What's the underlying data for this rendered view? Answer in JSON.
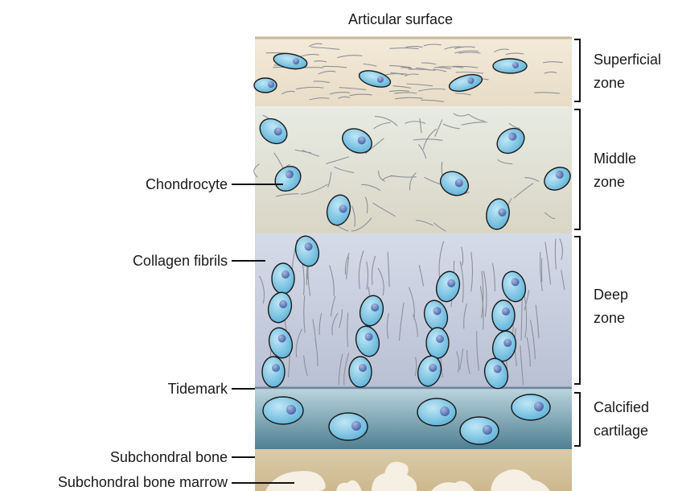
{
  "title": "Articular surface",
  "zones": [
    {
      "line1": "Superficial",
      "line2": "zone"
    },
    {
      "line1": "Middle",
      "line2": "zone"
    },
    {
      "line1": "Deep",
      "line2": "zone"
    },
    {
      "line1": "Calcified",
      "line2": "cartilage"
    }
  ],
  "left_labels": {
    "chondrocyte": "Chondrocyte",
    "collagen": "Collagen fibrils",
    "tidemark": "Tidemark",
    "subchondral_bone": "Subchondral bone",
    "marrow": "Subchondral bone marrow"
  },
  "colors": {
    "superficial": "#efe6d6",
    "middle": "#e6e6dc",
    "deep": "#cdd3e2",
    "calcified": "#6f9bab",
    "bone": "#d9c8a6",
    "marrow": "#f6efe3",
    "cell_fill": "#7fc8e6",
    "nucleus": "#5a77b8",
    "fibril": "#8e9199"
  }
}
